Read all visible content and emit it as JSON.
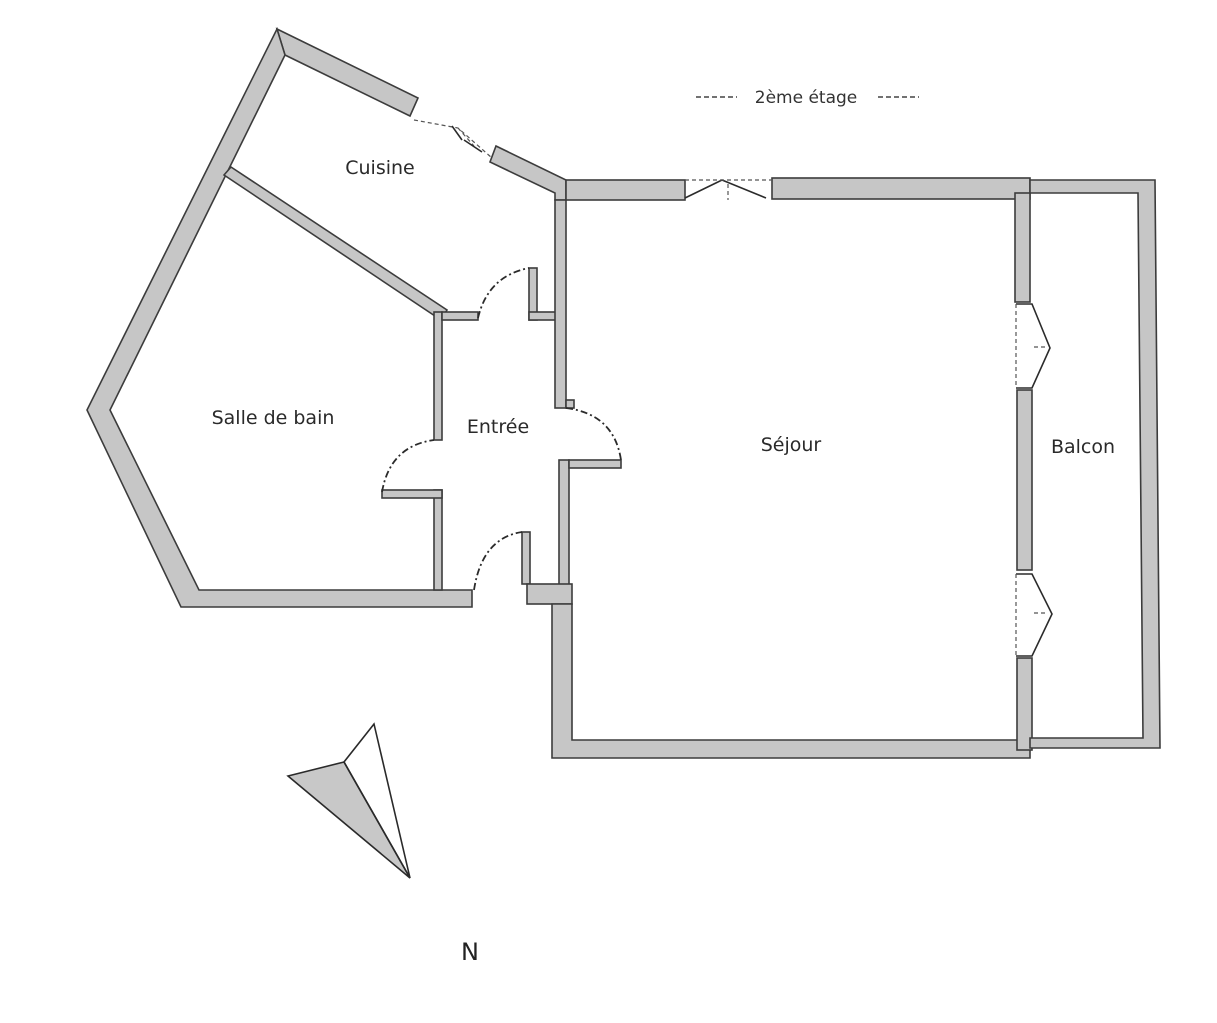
{
  "header": {
    "floor_label": "2ème étage"
  },
  "rooms": {
    "cuisine": "Cuisine",
    "salle_de_bain": "Salle de bain",
    "entree": "Entrée",
    "sejour": "Séjour",
    "balcon": "Balcon"
  },
  "compass": {
    "north_label": "N"
  },
  "colors": {
    "wall_fill": "#c6c6c6",
    "wall_stroke": "#3c3c3c"
  }
}
